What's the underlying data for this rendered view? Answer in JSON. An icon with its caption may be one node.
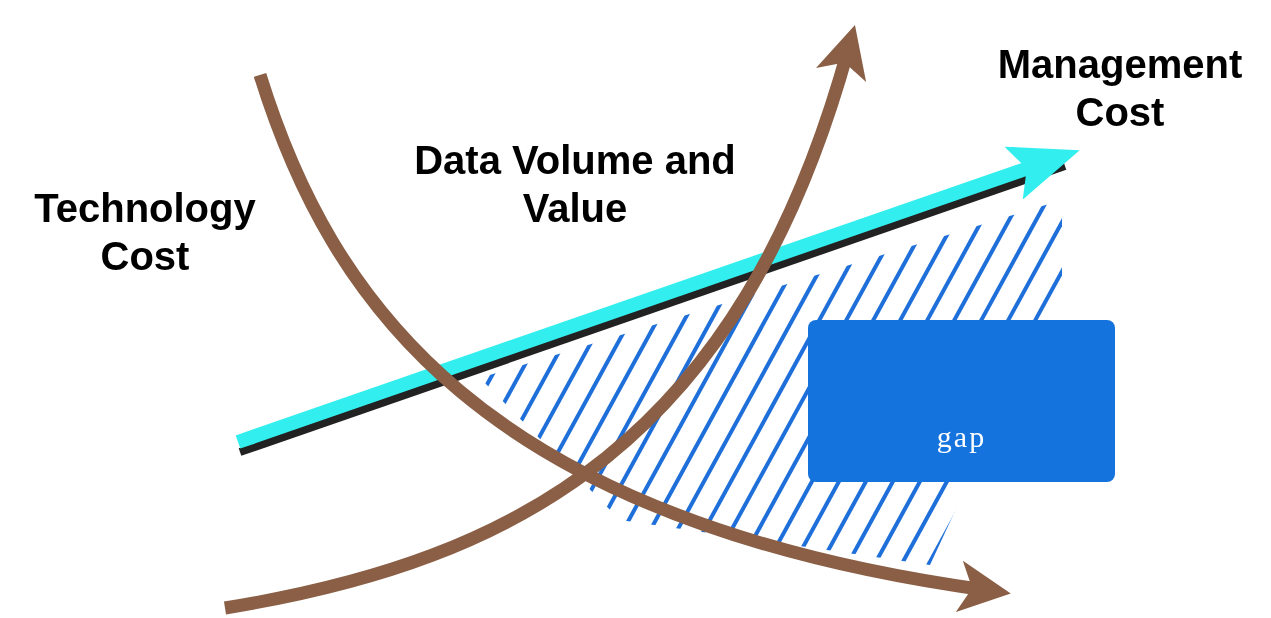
{
  "diagram": {
    "nodes": [
      {
        "text": [
          "gap"
        ]
      }
    ],
    "labels": [
      "Management Cost",
      "Data Volume and Value",
      "Technology Cost"
    ]
  }
}
